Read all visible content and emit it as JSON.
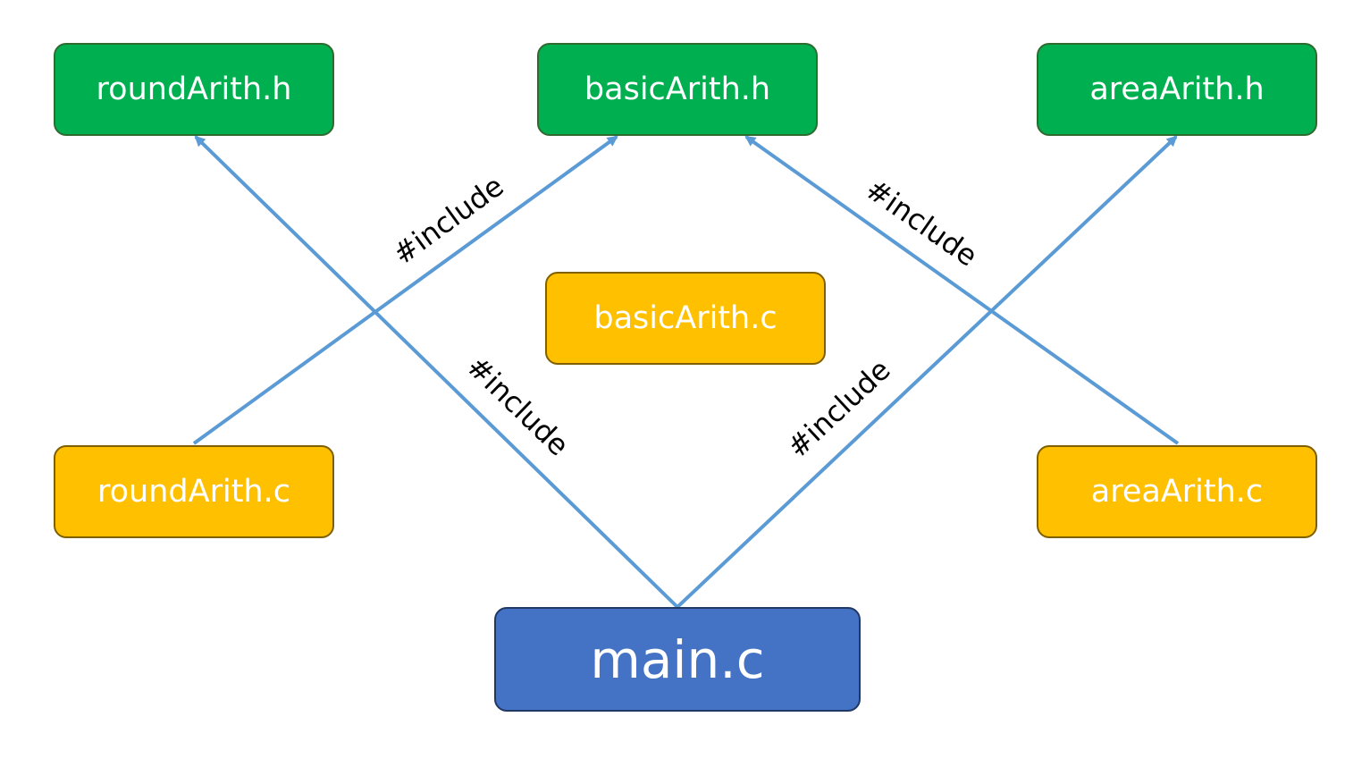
{
  "nodes": {
    "roundArith_h": "roundArith.h",
    "basicArith_h": "basicArith.h",
    "areaArith_h": "areaArith.h",
    "basicArith_c": "basicArith.c",
    "roundArith_c": "roundArith.c",
    "areaArith_c": "areaArith.c",
    "main_c": "main.c"
  },
  "edges": [
    {
      "from": "main_c",
      "to": "roundArith_h",
      "label": "#include"
    },
    {
      "from": "main_c",
      "to": "areaArith_h",
      "label": "#include"
    },
    {
      "from": "roundArith_c",
      "to": "basicArith_h",
      "label": "#include"
    },
    {
      "from": "areaArith_c",
      "to": "basicArith_h",
      "label": "#include"
    }
  ],
  "colors": {
    "header_fill": "#00b050",
    "source_fill": "#ffc000",
    "main_fill": "#4472c4",
    "arrow": "#5b9bd5"
  }
}
